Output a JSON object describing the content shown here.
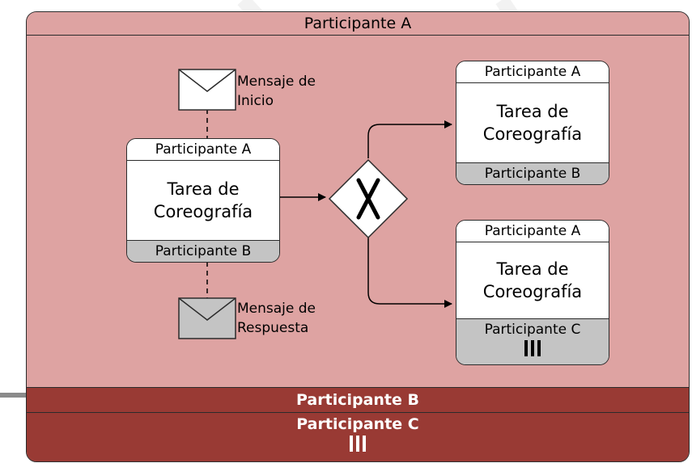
{
  "pool": {
    "top_band_label": "Participante A",
    "band_b_label": "Participante B",
    "band_c_label": "Participante C"
  },
  "tasks": [
    {
      "top": "Participante A",
      "name_line1": "Tarea de",
      "name_line2": "Coreografía",
      "bottom": "Participante B",
      "multi_instance": false
    },
    {
      "top": "Participante A",
      "name_line1": "Tarea de",
      "name_line2": "Coreografía",
      "bottom": "Participante B",
      "multi_instance": false
    },
    {
      "top": "Participante A",
      "name_line1": "Tarea de",
      "name_line2": "Coreografía",
      "bottom": "Participante C",
      "multi_instance": true
    }
  ],
  "messages": {
    "start": {
      "line1": "Mensaje de",
      "line2": "Inicio",
      "envelope": "white"
    },
    "response": {
      "line1": "Mensaje de",
      "line2": "Respuesta",
      "envelope": "gray"
    }
  },
  "gateway": {
    "type": "exclusive",
    "symbol": "X"
  },
  "colors": {
    "pool_fill": "#dea3a2",
    "participant_band": "#993a34",
    "participant_bottom": "#c4c4c4",
    "stroke": "#2b2b2b"
  }
}
